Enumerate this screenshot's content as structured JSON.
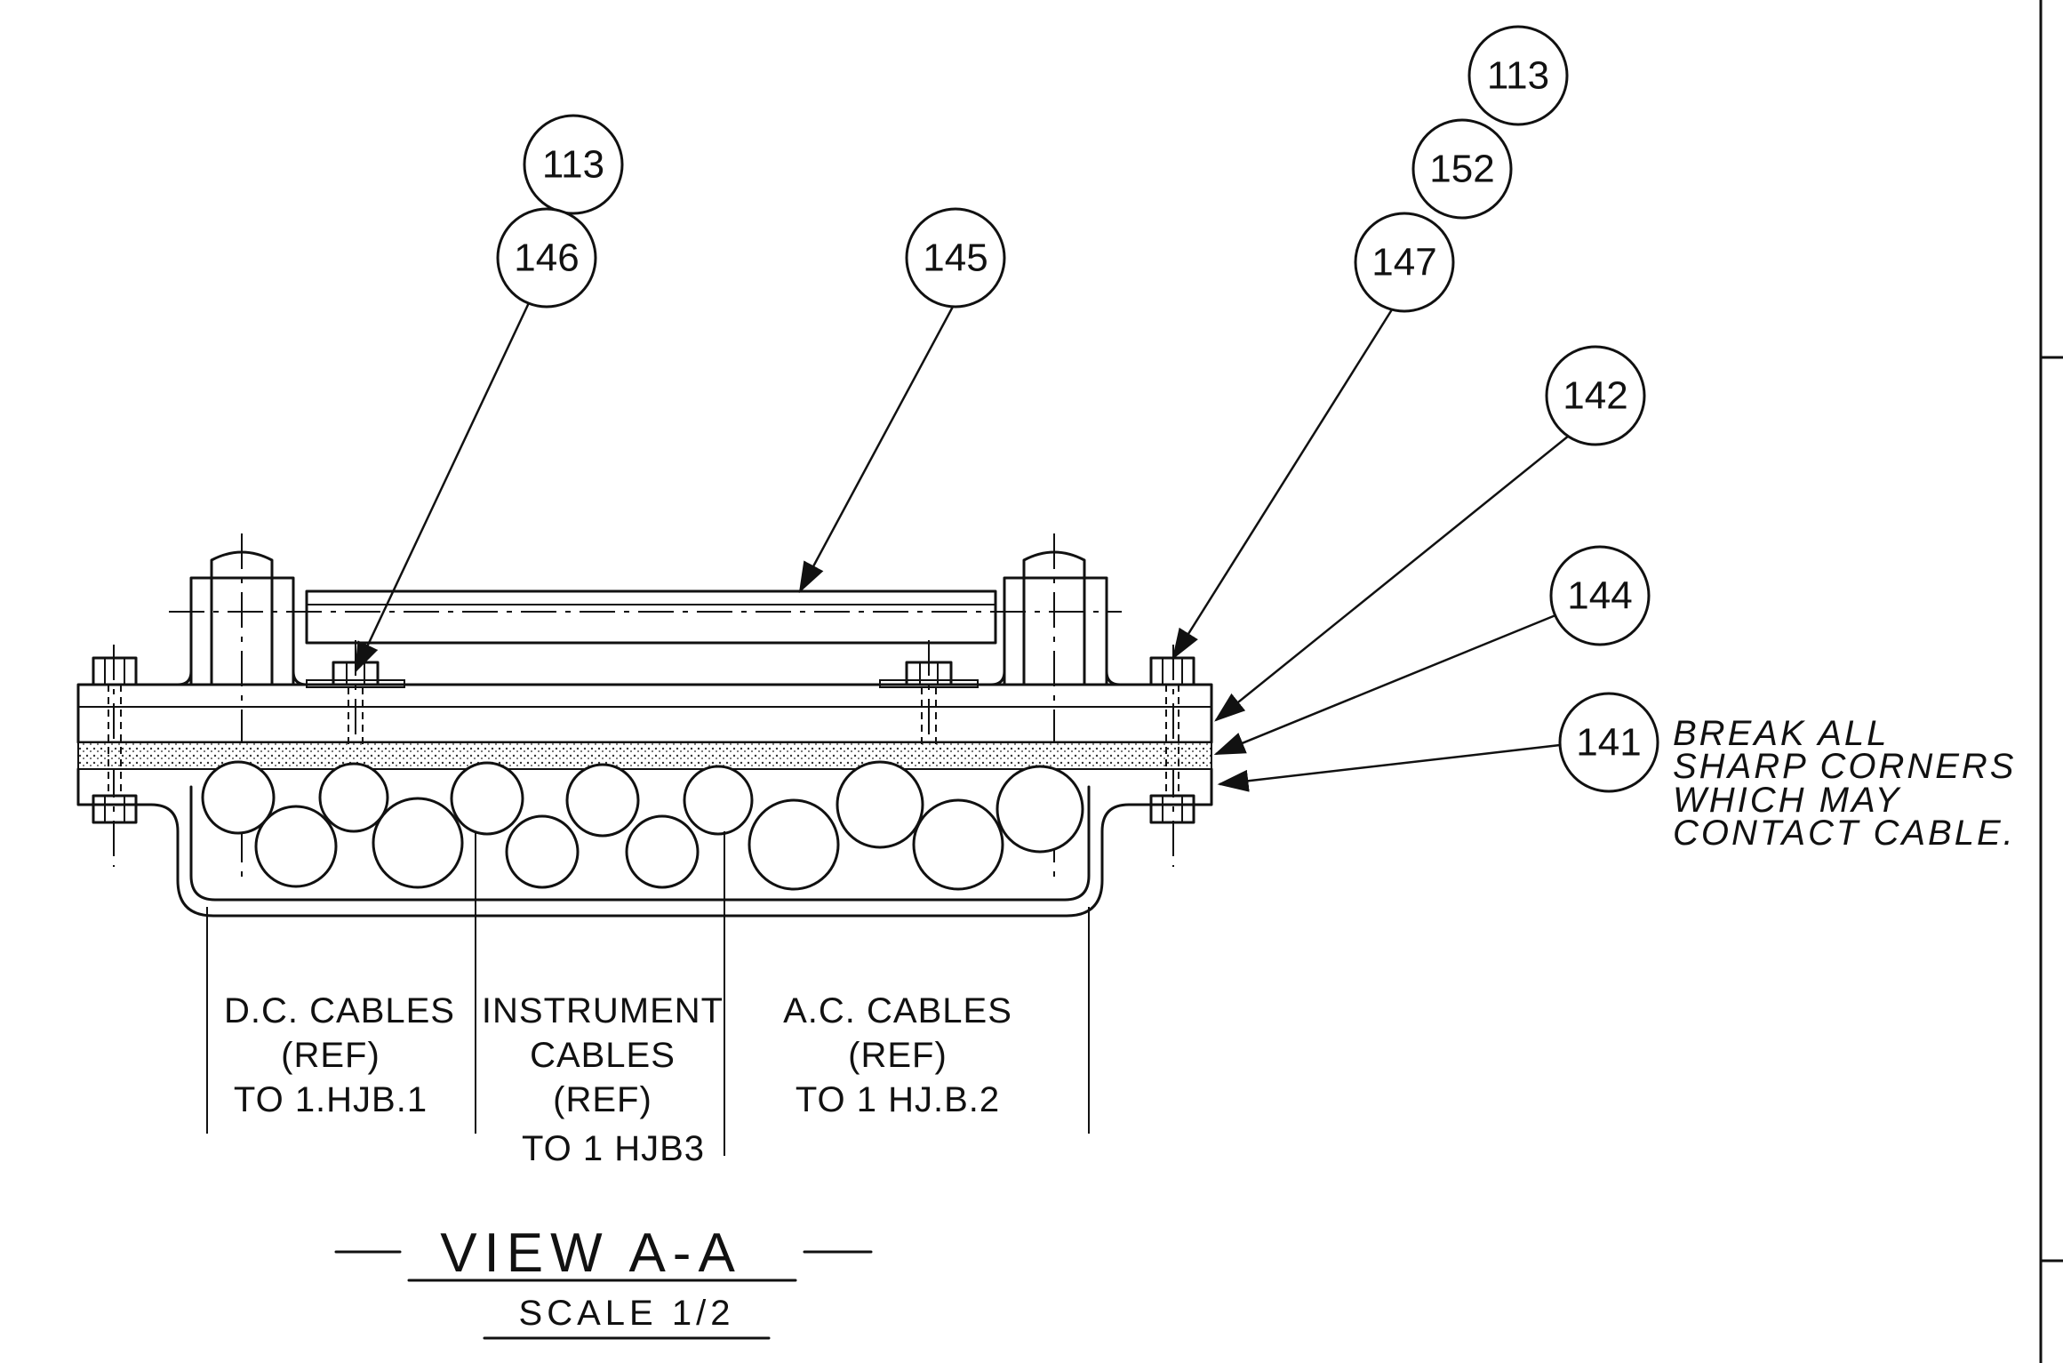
{
  "balloons": {
    "b113_left": "113",
    "b146": "146",
    "b145": "145",
    "b113_right": "113",
    "b152": "152",
    "b147": "147",
    "b142": "142",
    "b144": "144",
    "b141": "141"
  },
  "sections": {
    "dc": {
      "line1": "D.C. CABLES",
      "line2": "(REF)",
      "line3": "TO 1.HJB.1"
    },
    "instrument": {
      "line1": "INSTRUMENT",
      "line2": "CABLES",
      "line3": "(REF)",
      "line4": "TO 1 HJB3"
    },
    "ac": {
      "line1": "A.C. CABLES",
      "line2": "(REF)",
      "line3": "TO 1 HJ.B.2"
    }
  },
  "note": {
    "line1": "BREAK  ALL",
    "line2": "SHARP CORNERS",
    "line3": "WHICH  MAY",
    "line4": "CONTACT  CABLE."
  },
  "view": {
    "title": "VIEW A-A",
    "scale": "SCALE 1/2"
  }
}
